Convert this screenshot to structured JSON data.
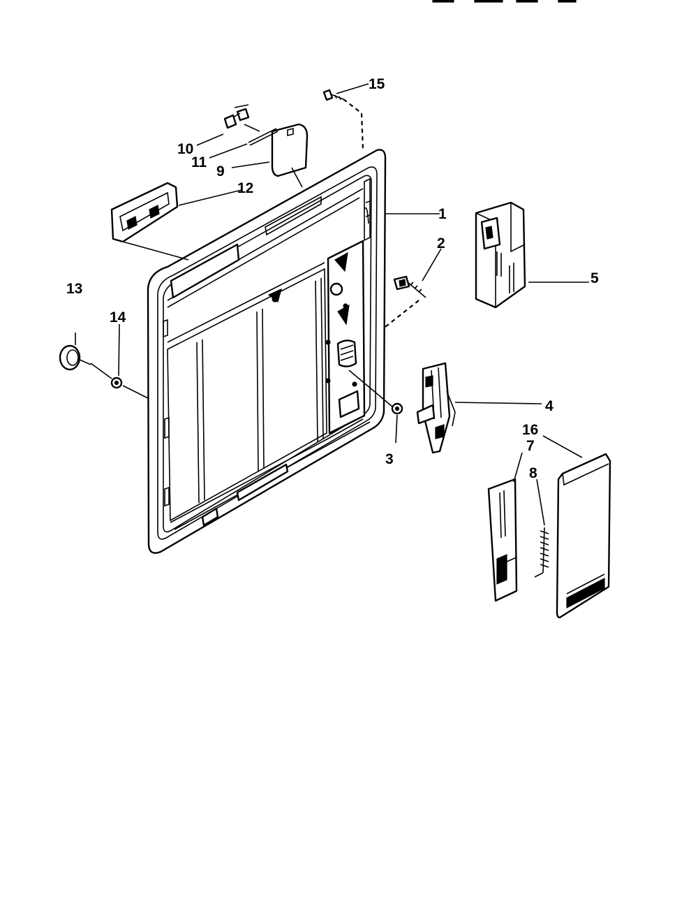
{
  "callouts": [
    {
      "id": "1",
      "label": "1"
    },
    {
      "id": "2",
      "label": "2"
    },
    {
      "id": "3",
      "label": "3"
    },
    {
      "id": "4",
      "label": "4"
    },
    {
      "id": "5",
      "label": "5"
    },
    {
      "id": "7",
      "label": "7"
    },
    {
      "id": "8",
      "label": "8"
    },
    {
      "id": "9",
      "label": "9"
    },
    {
      "id": "10",
      "label": "10"
    },
    {
      "id": "11",
      "label": "11"
    },
    {
      "id": "12",
      "label": "12"
    },
    {
      "id": "13",
      "label": "13"
    },
    {
      "id": "14",
      "label": "14"
    },
    {
      "id": "15",
      "label": "15"
    },
    {
      "id": "16",
      "label": "16"
    }
  ]
}
